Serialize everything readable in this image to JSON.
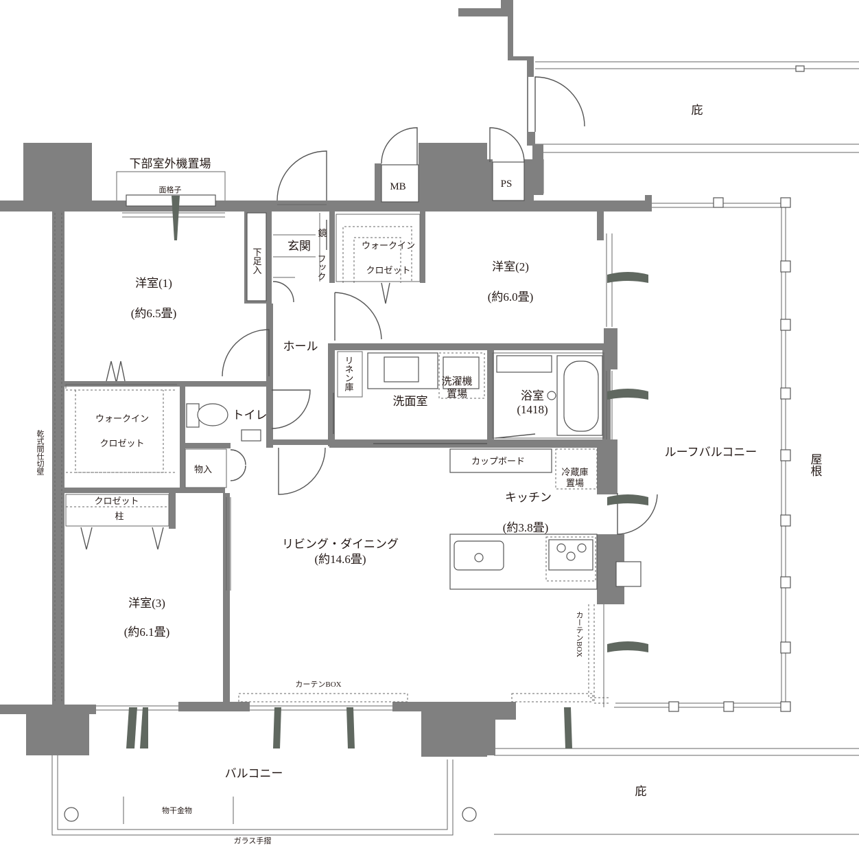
{
  "labels": {
    "outdoor_unit": "下部室外機置場",
    "lattice": "面格子",
    "mb": "MB",
    "ps": "PS",
    "eave_top": "庇",
    "entrance": "玄関",
    "shoe_box": "下足入",
    "mirror": "鏡",
    "hook": "フック",
    "walkin_a": "ウォークイン",
    "closet_a": "クロゼット",
    "room1": "洋室(1)",
    "room1_size": "(約6.5畳)",
    "room2": "洋室(2)",
    "room2_size": "(約6.0畳)",
    "hall": "ホール",
    "linen": "リネン庫",
    "washroom": "洗面室",
    "washer": "洗濯機",
    "washer_place": "置場",
    "bath": "浴室",
    "bath_size": "(1418)",
    "walkin_b": "ウォークイン",
    "closet_b": "クロゼット",
    "toilet": "トイレ",
    "storage": "物入",
    "cupboard": "カップボード",
    "fridge": "冷蔵庫",
    "fridge_place": "置場",
    "kitchen": "キッチン",
    "kitchen_size": "(約3.8畳)",
    "closet_c": "クロゼット",
    "pillar": "柱",
    "ldk": "リビング・ダイニング",
    "ldk_size": "(約14.6畳)",
    "roof_balcony": "ルーフバルコニー",
    "roof": "屋根",
    "partition": "乾式間仕切壁",
    "room3": "洋室(3)",
    "room3_size": "(約6.1畳)",
    "curtain_box_v": "カーテンBOX",
    "curtain_box_h": "カーテンBOX",
    "balcony": "バルコニー",
    "eave_bottom": "庇",
    "clothes_hanger": "物干金物",
    "glass_rail": "ガラス手摺"
  }
}
